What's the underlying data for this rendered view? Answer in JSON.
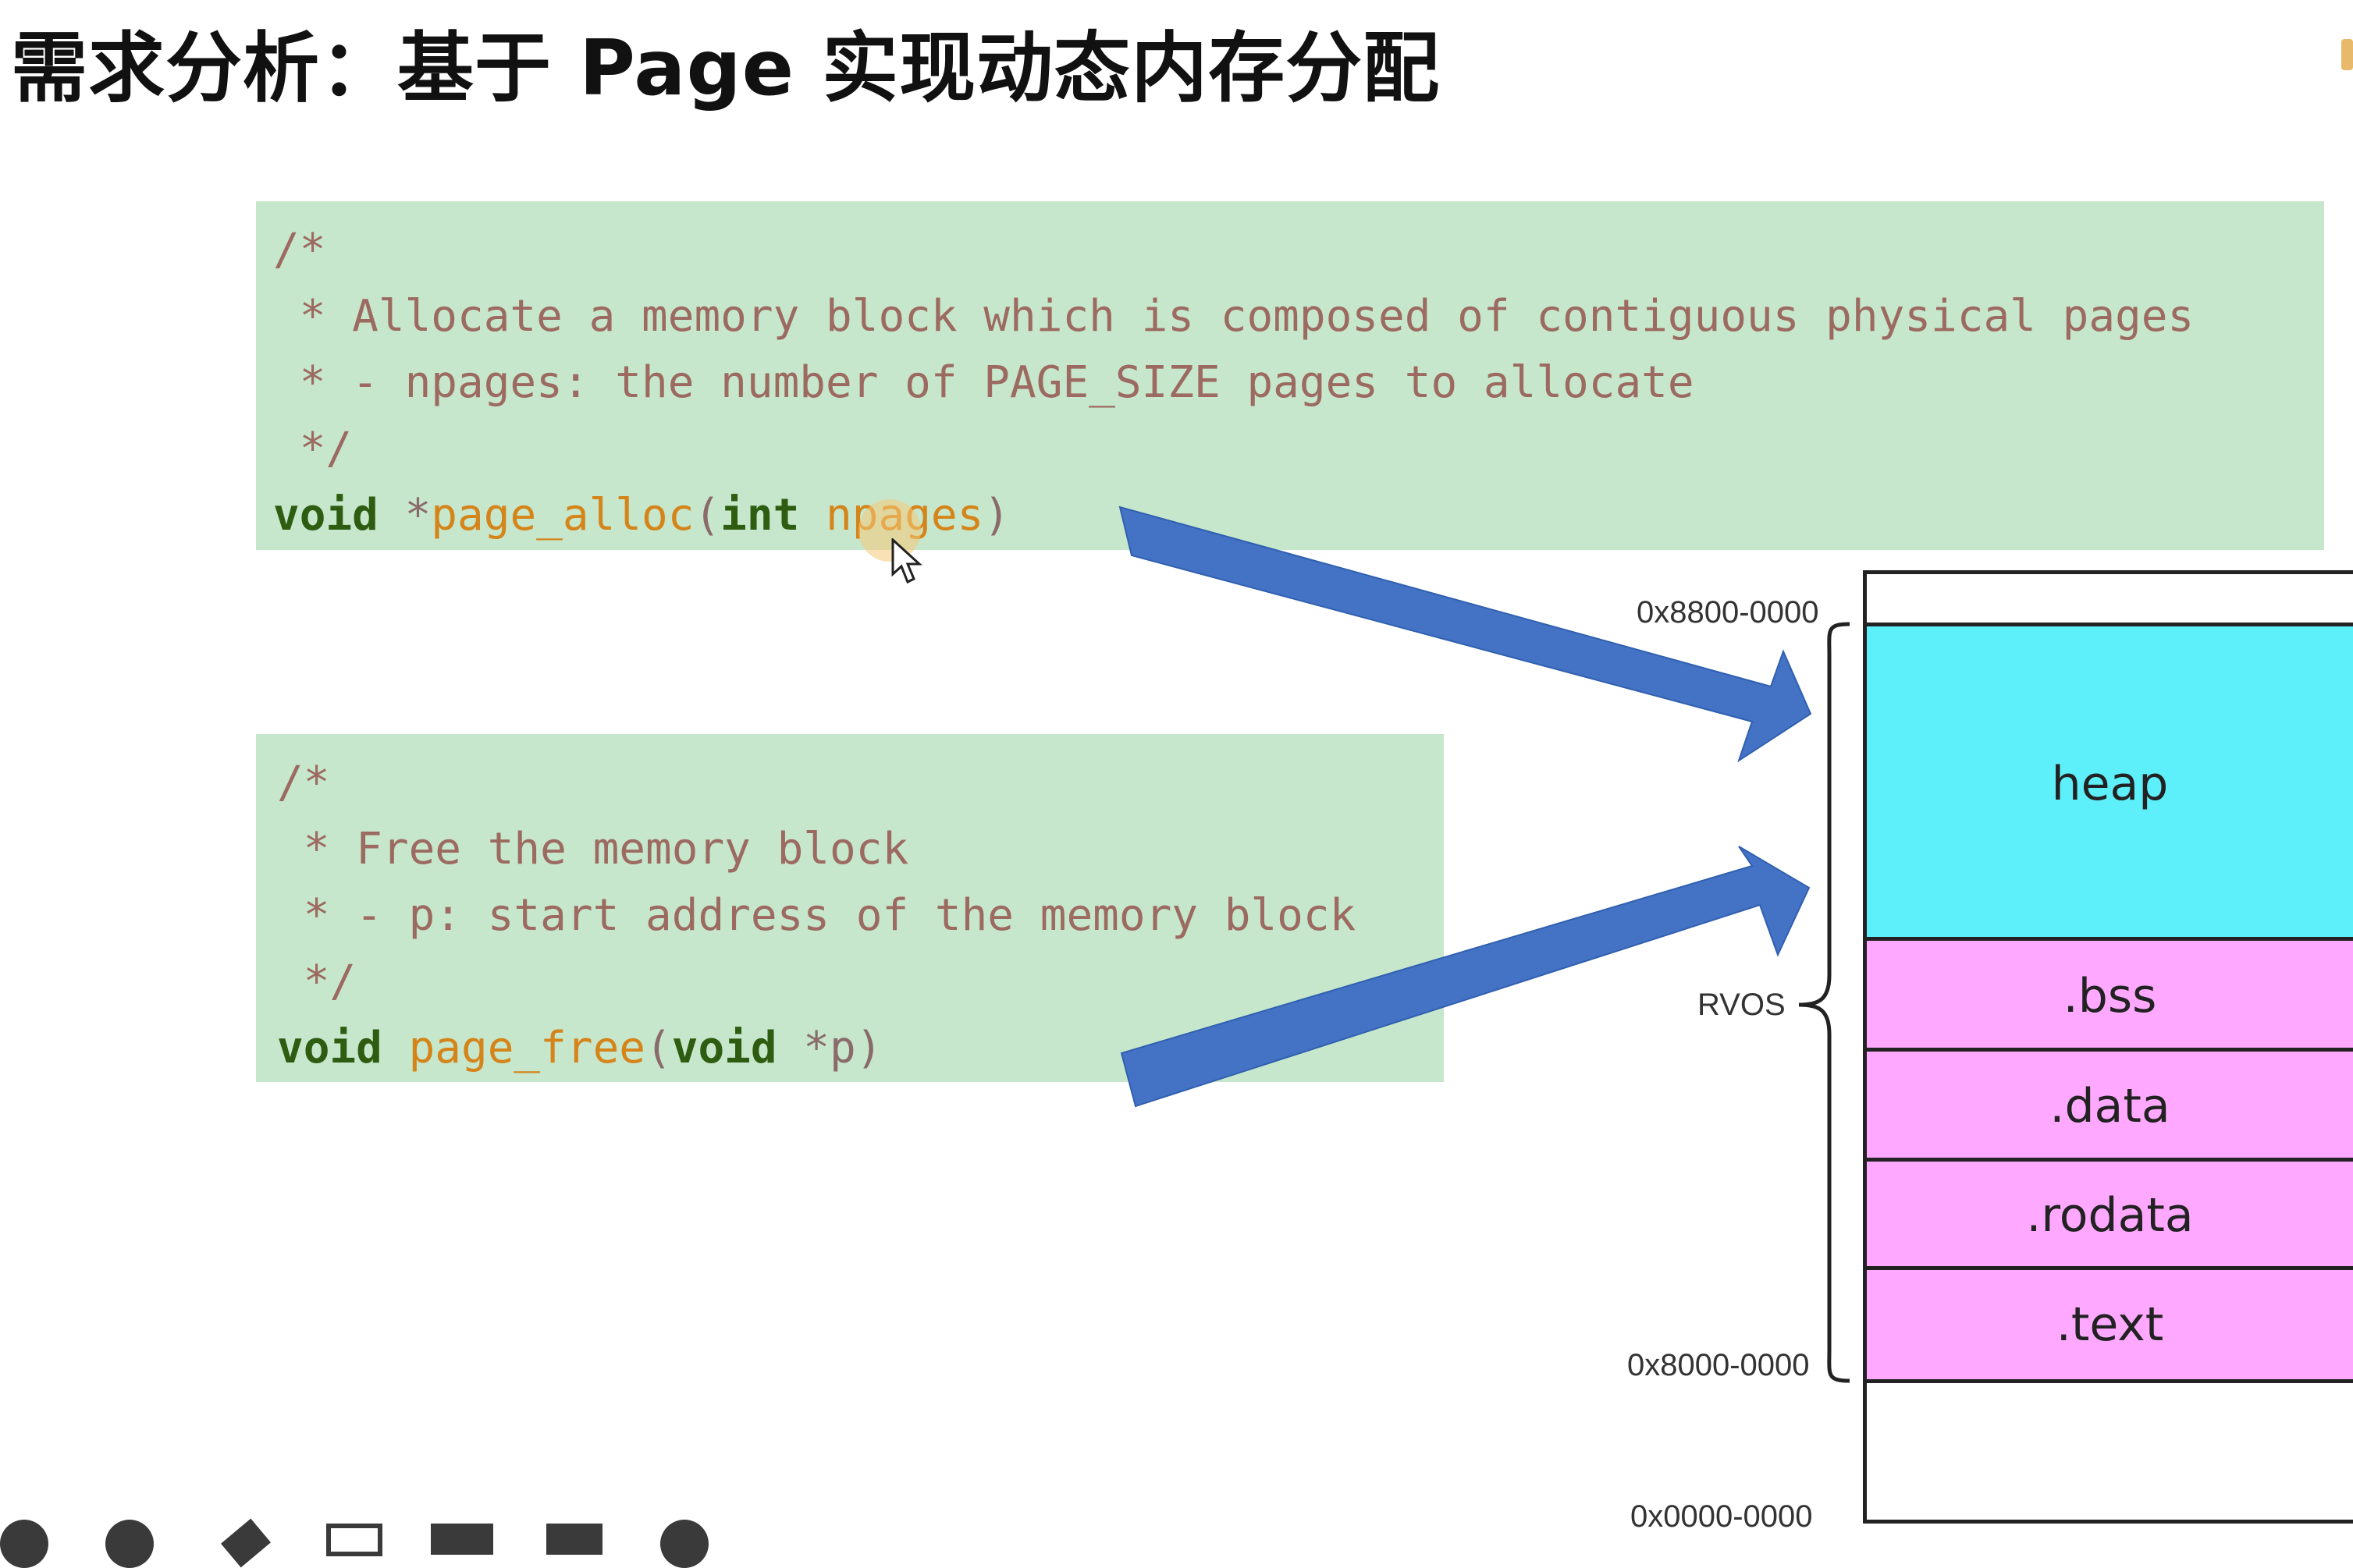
{
  "slide": {
    "title": "需求分析：基于 Page 实现动态内存分配"
  },
  "alloc_code": {
    "comment_open": "/*",
    "comment_line1": " * Allocate a memory block which is composed of contiguous physical pages",
    "comment_line2": " * - npages: the number of PAGE_SIZE pages to allocate",
    "comment_close": " */",
    "sig_kw": "void",
    "sig_star": " *",
    "sig_fn": "page_alloc",
    "sig_open": "(",
    "sig_type": "int",
    "sig_param": " npages",
    "sig_close": ")"
  },
  "free_code": {
    "comment_open": "/*",
    "comment_line1": " * Free the memory block",
    "comment_line2": " * - p: start address of the memory block",
    "comment_close": " */",
    "sig_kw": "void",
    "sig_fn": " page_free",
    "sig_open": "(",
    "sig_type": "void",
    "sig_param": " *p",
    "sig_close": ")"
  },
  "memory_map": {
    "addr_top": "0x8800-0000",
    "addr_mid": "0x8000-0000",
    "addr_bottom": "0x0000-0000",
    "brace_label": "RVOS",
    "segments": [
      {
        "label": "heap",
        "color": "#5ef0fa"
      },
      {
        "label": ".bss",
        "color": "#ffa8ff"
      },
      {
        "label": ".data",
        "color": "#ffa8ff"
      },
      {
        "label": ".rodata",
        "color": "#ffa8ff"
      },
      {
        "label": ".text",
        "color": "#ffa8ff"
      }
    ]
  },
  "colors": {
    "code_bg": "#c6e7cc",
    "arrow": "#4472c4"
  }
}
